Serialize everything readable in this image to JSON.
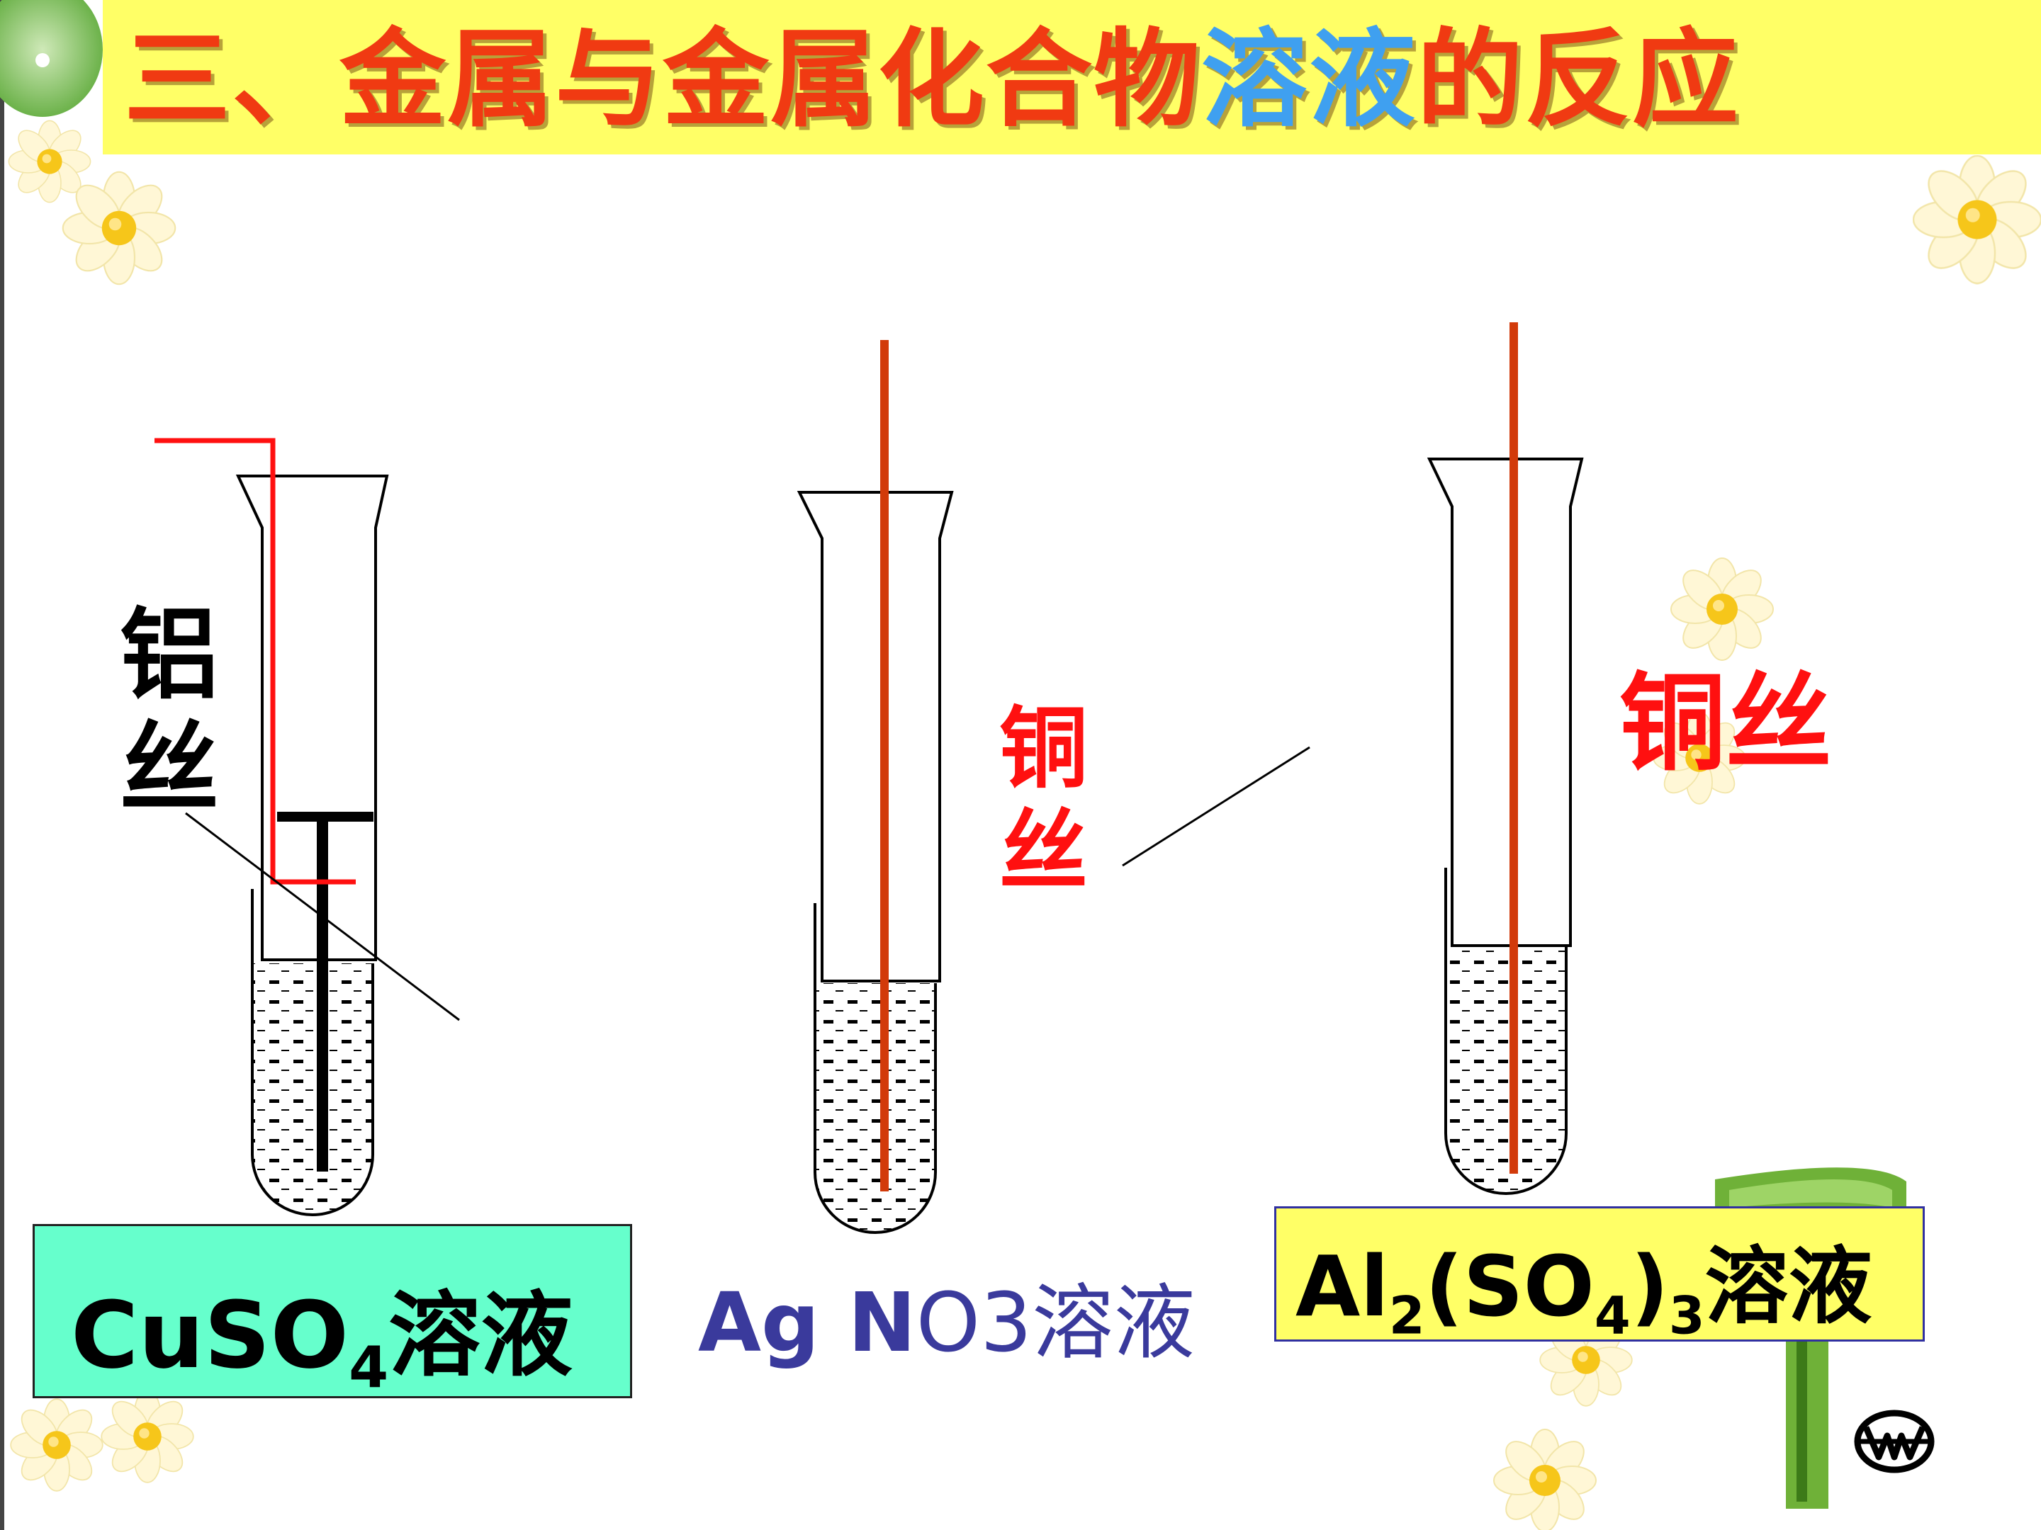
{
  "title": {
    "part1": "三、金属与金属化合物",
    "highlight": "溶液",
    "part2": "的反应",
    "text_color": "#f03a12",
    "highlight_color": "#3fa0f0",
    "bar_color": "#ffff66"
  },
  "tube1": {
    "wire_label": "铝丝",
    "solution_formula": "CuSO",
    "solution_subscript": "4",
    "solution_suffix": "溶液",
    "box_color": "#66ffcc"
  },
  "tube2": {
    "wire_label": "铜丝",
    "solution_main": "Ag N",
    "solution_rest": "O3溶液",
    "text_color": "#3a3a9c"
  },
  "tube3": {
    "wire_label": "铜丝",
    "solution_p1": "Al",
    "solution_s1": "2",
    "solution_p2": "(SO",
    "solution_s2": "4",
    "solution_p3": ")",
    "solution_s3": "3",
    "solution_p4": "溶液",
    "box_color": "#ffff66"
  },
  "colors": {
    "copper_wire": "#d23a0a",
    "aluminum_wire": "#000000",
    "red_wire": "#ff1010",
    "flower_petal": "#fff6c8",
    "flower_center": "#f5c000",
    "stand_green": "#62a82a"
  }
}
